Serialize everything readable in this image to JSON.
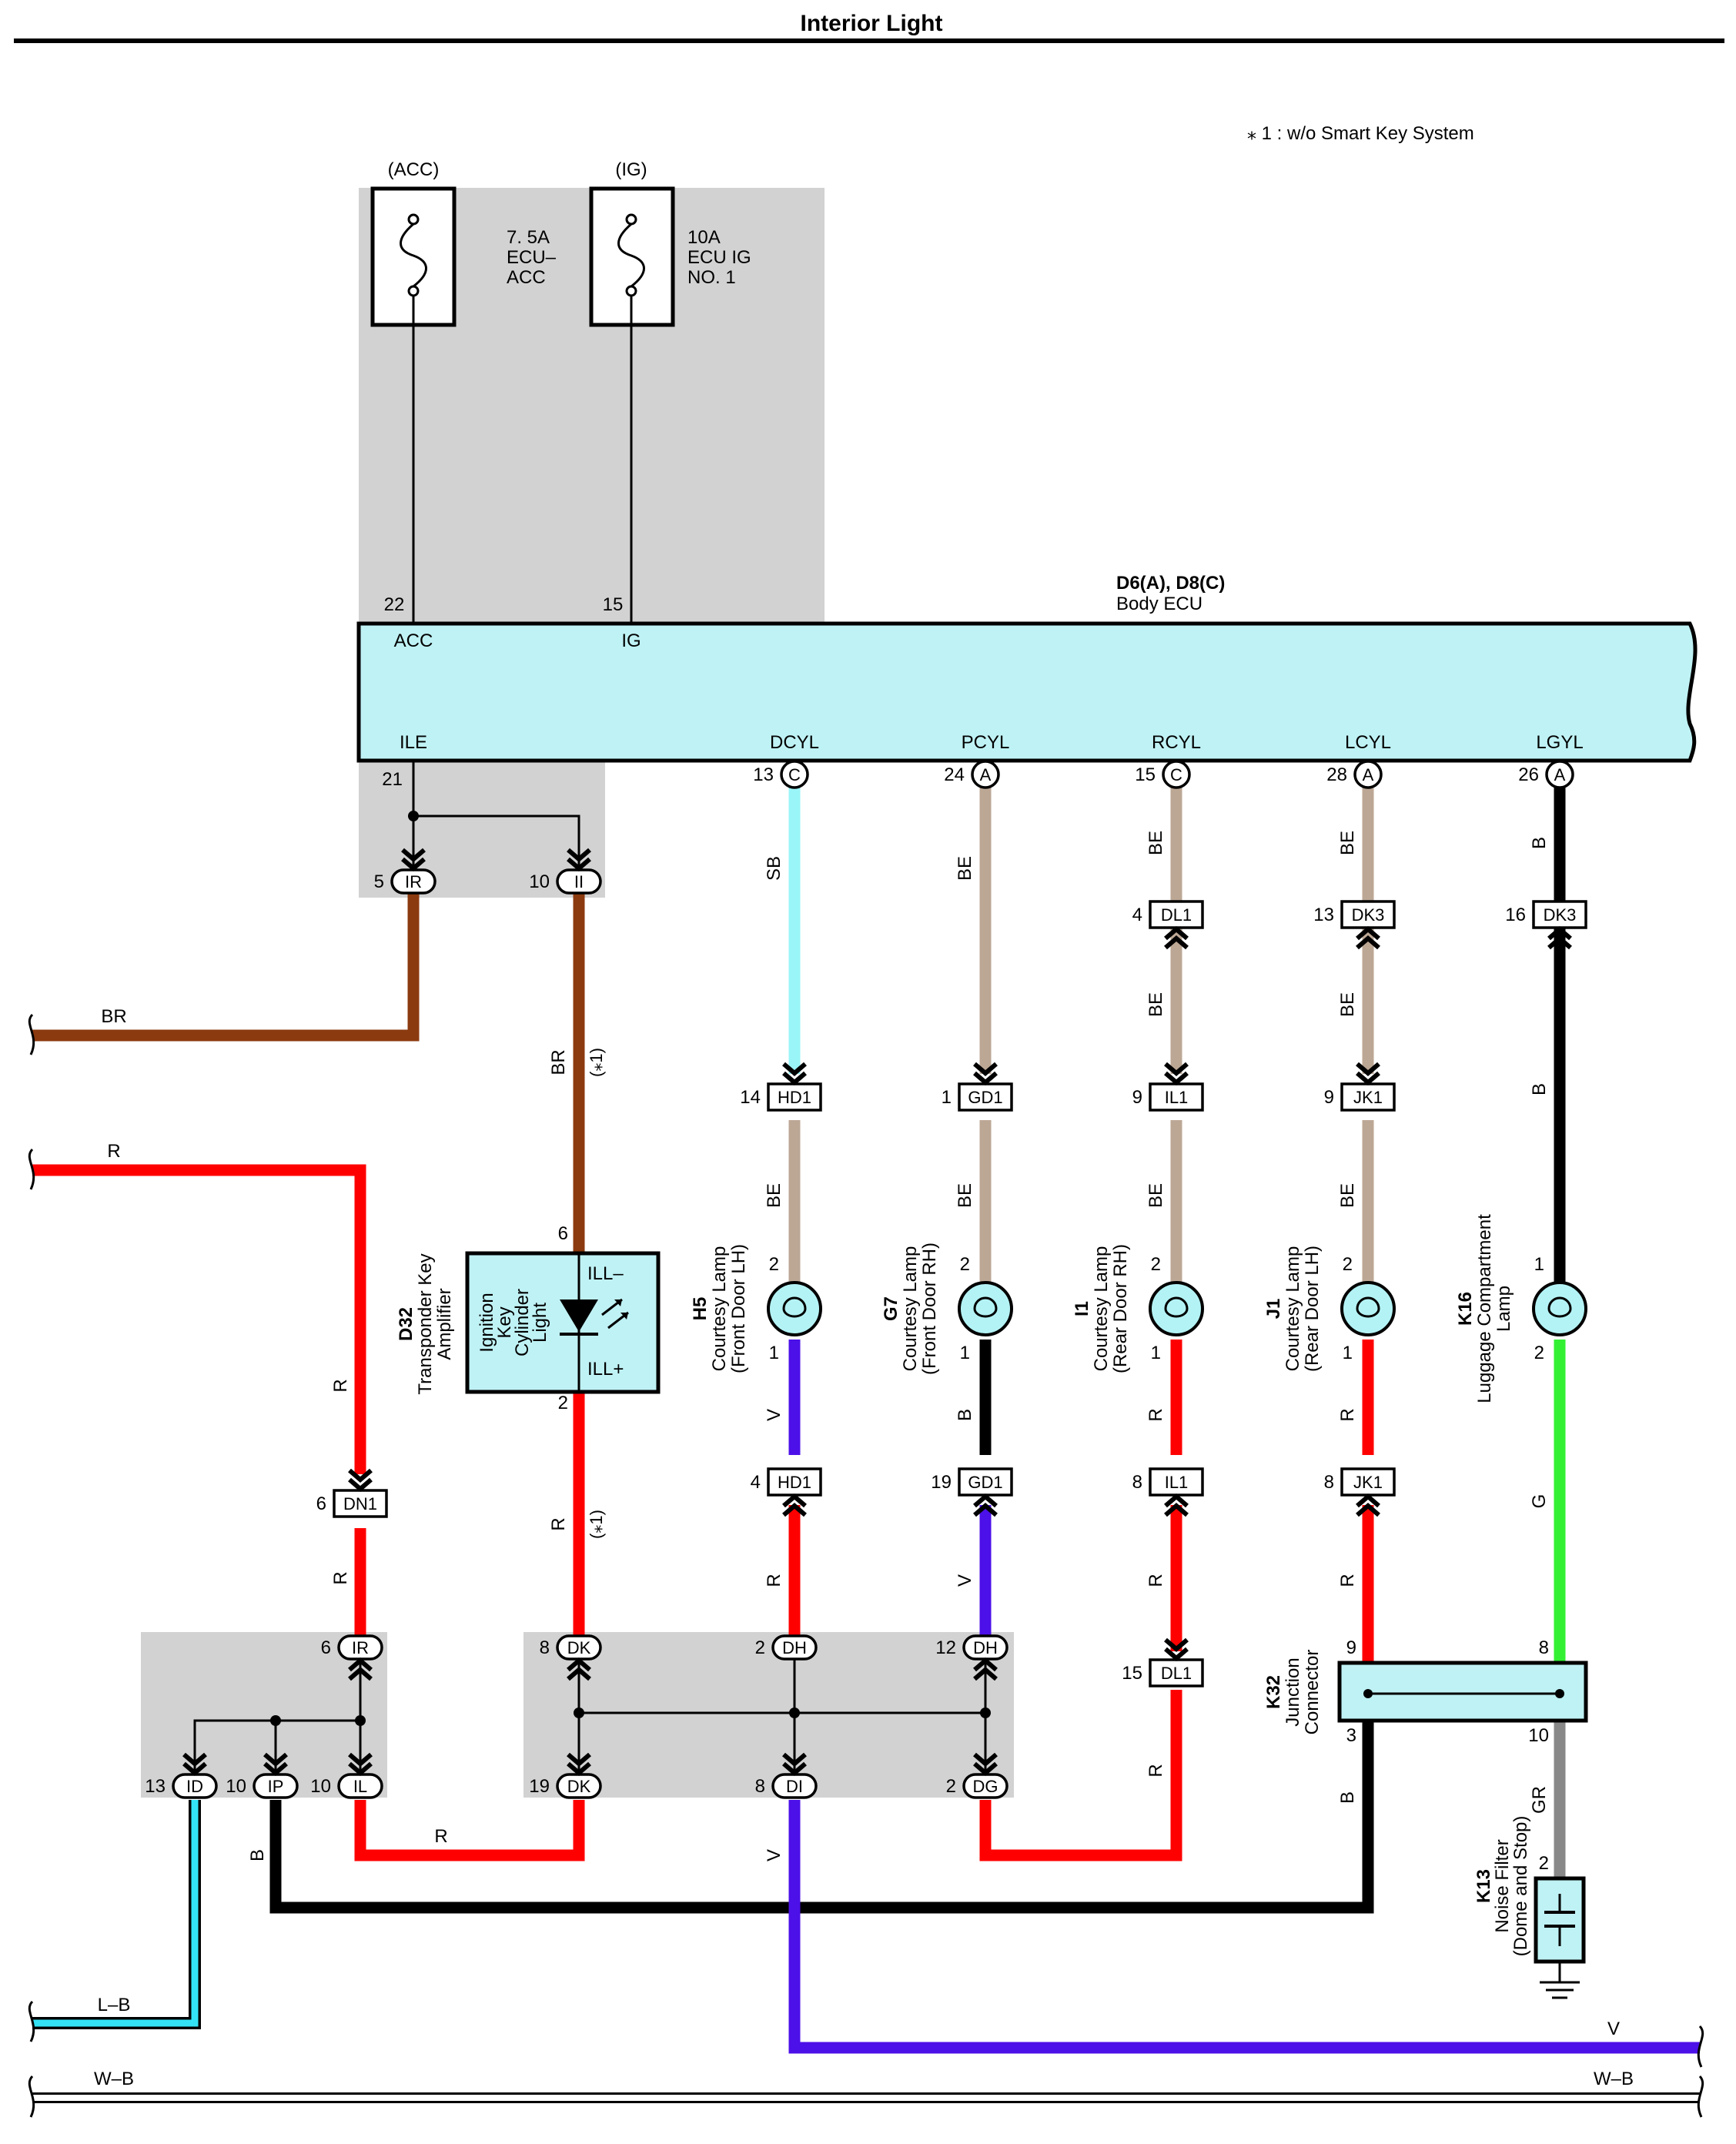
{
  "title": "Interior Light",
  "note": "⁎ 1 : w/o Smart Key System",
  "fuses": [
    {
      "supply": "(ACC)",
      "rating": "7. 5A",
      "line2": "ECU–",
      "line3": "ACC"
    },
    {
      "supply": "(IG)",
      "rating": "10A",
      "line2": "ECU IG",
      "line3": "NO. 1"
    }
  ],
  "ecu": {
    "code": "D6(A), D8(C)",
    "name": "Body ECU",
    "top_pins": [
      {
        "num": "22",
        "name": "ACC"
      },
      {
        "num": "15",
        "name": "IG"
      }
    ],
    "bottom_pins": [
      {
        "name": "ILE",
        "num": "21",
        "conn": ""
      },
      {
        "name": "DCYL",
        "num": "13",
        "conn": "C"
      },
      {
        "name": "PCYL",
        "num": "24",
        "conn": "A"
      },
      {
        "name": "RCYL",
        "num": "15",
        "conn": "C"
      },
      {
        "name": "LCYL",
        "num": "28",
        "conn": "A"
      },
      {
        "name": "LGYL",
        "num": "26",
        "conn": "A"
      }
    ]
  },
  "connectors": [
    {
      "id": "IR",
      "pin": "5"
    },
    {
      "id": "II",
      "pin": "10"
    },
    {
      "id": "DL1",
      "pin": "4"
    },
    {
      "id": "DK3",
      "pin": "13"
    },
    {
      "id": "DK3",
      "pin": "16"
    },
    {
      "id": "HD1",
      "pin": "14"
    },
    {
      "id": "GD1",
      "pin": "1"
    },
    {
      "id": "IL1",
      "pin": "9"
    },
    {
      "id": "JK1",
      "pin": "9"
    },
    {
      "id": "DN1",
      "pin": "6"
    },
    {
      "id": "HD1",
      "pin": "4"
    },
    {
      "id": "GD1",
      "pin": "19"
    },
    {
      "id": "IL1",
      "pin": "8"
    },
    {
      "id": "JK1",
      "pin": "8"
    },
    {
      "id": "DL1",
      "pin": "15"
    },
    {
      "id": "IR",
      "pin": "6"
    },
    {
      "id": "DK",
      "pin": "8"
    },
    {
      "id": "DH",
      "pin": "2"
    },
    {
      "id": "DH",
      "pin": "12"
    },
    {
      "id": "ID",
      "pin": "13"
    },
    {
      "id": "IP",
      "pin": "10"
    },
    {
      "id": "IL",
      "pin": "10"
    },
    {
      "id": "DK",
      "pin": "19"
    },
    {
      "id": "DI",
      "pin": "8"
    },
    {
      "id": "DG",
      "pin": "2"
    }
  ],
  "wire_colors": {
    "BR": "#8b3a0f",
    "R": "#ff0000",
    "SB": "#99f5f8",
    "BE": "#bca795",
    "B": "#000000",
    "V": "#4c10e8",
    "G": "#33f033",
    "GR": "#888888",
    "L-B": "#33e3f5",
    "W-B": "#ffffff"
  },
  "wire_labels": {
    "br": "BR",
    "r": "R",
    "sb": "SB",
    "be": "BE",
    "b": "B",
    "v": "V",
    "g": "G",
    "gr": "GR",
    "lb": "L–B",
    "wb": "W–B",
    "star1": "(⁎1)"
  },
  "amplifier": {
    "code": "D32",
    "name_1": "Transponder Key",
    "name_2": "Amplifier",
    "pin_top": "6",
    "pin_bottom": "2",
    "term_top": "ILL–",
    "term_bottom": "ILL+",
    "light_lines": [
      "Ignition",
      "Key",
      "Cylinder",
      "Light"
    ]
  },
  "lamps": [
    {
      "code": "H5",
      "name_1": "Courtesy Lamp",
      "name_2": "(Front Door LH)",
      "pin_top": "2",
      "pin_bottom": "1"
    },
    {
      "code": "G7",
      "name_1": "Courtesy Lamp",
      "name_2": "(Front Door RH)",
      "pin_top": "2",
      "pin_bottom": "1"
    },
    {
      "code": "I1",
      "name_1": "Courtesy Lamp",
      "name_2": "(Rear Door RH)",
      "pin_top": "2",
      "pin_bottom": "1"
    },
    {
      "code": "J1",
      "name_1": "Courtesy Lamp",
      "name_2": "(Rear Door LH)",
      "pin_top": "2",
      "pin_bottom": "1"
    },
    {
      "code": "K16",
      "name_1": "Luggage Compartment",
      "name_2": "Lamp",
      "pin_top": "1",
      "pin_bottom": "2"
    }
  ],
  "junction": {
    "code": "K32",
    "name_1": "Junction",
    "name_2": "Connector",
    "pin_a": "9",
    "pin_b": "8",
    "pin_c": "3",
    "pin_d": "10"
  },
  "noise_filter": {
    "code": "K13",
    "name_1": "Noise Filter",
    "name_2": "(Dome and Stop)",
    "pin": "2"
  }
}
